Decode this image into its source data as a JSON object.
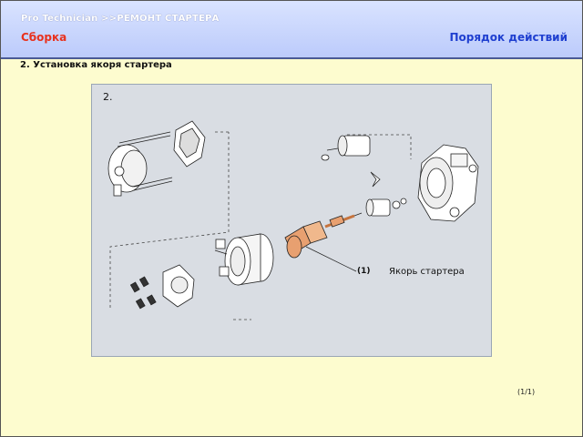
{
  "header": {
    "app_title": "Pro  Technician >>РЕМОНТ СТАРТЕРА",
    "section": "Сборка",
    "procedure_link": "Порядок действий"
  },
  "step": {
    "heading": "2. Установка якоря стартера"
  },
  "figure": {
    "number": "2.",
    "callout": {
      "number": "(1)",
      "label": "Якорь стартера"
    }
  },
  "pagination": {
    "counter": "(1/1)"
  },
  "colors": {
    "header_bg": "#c7d3fd",
    "section_title": "#e8321e",
    "procedure_link": "#1f3fd0",
    "page_bg": "#fdfccf",
    "figure_bg": "#d9dde3",
    "armature_highlight": "#e8a070"
  }
}
